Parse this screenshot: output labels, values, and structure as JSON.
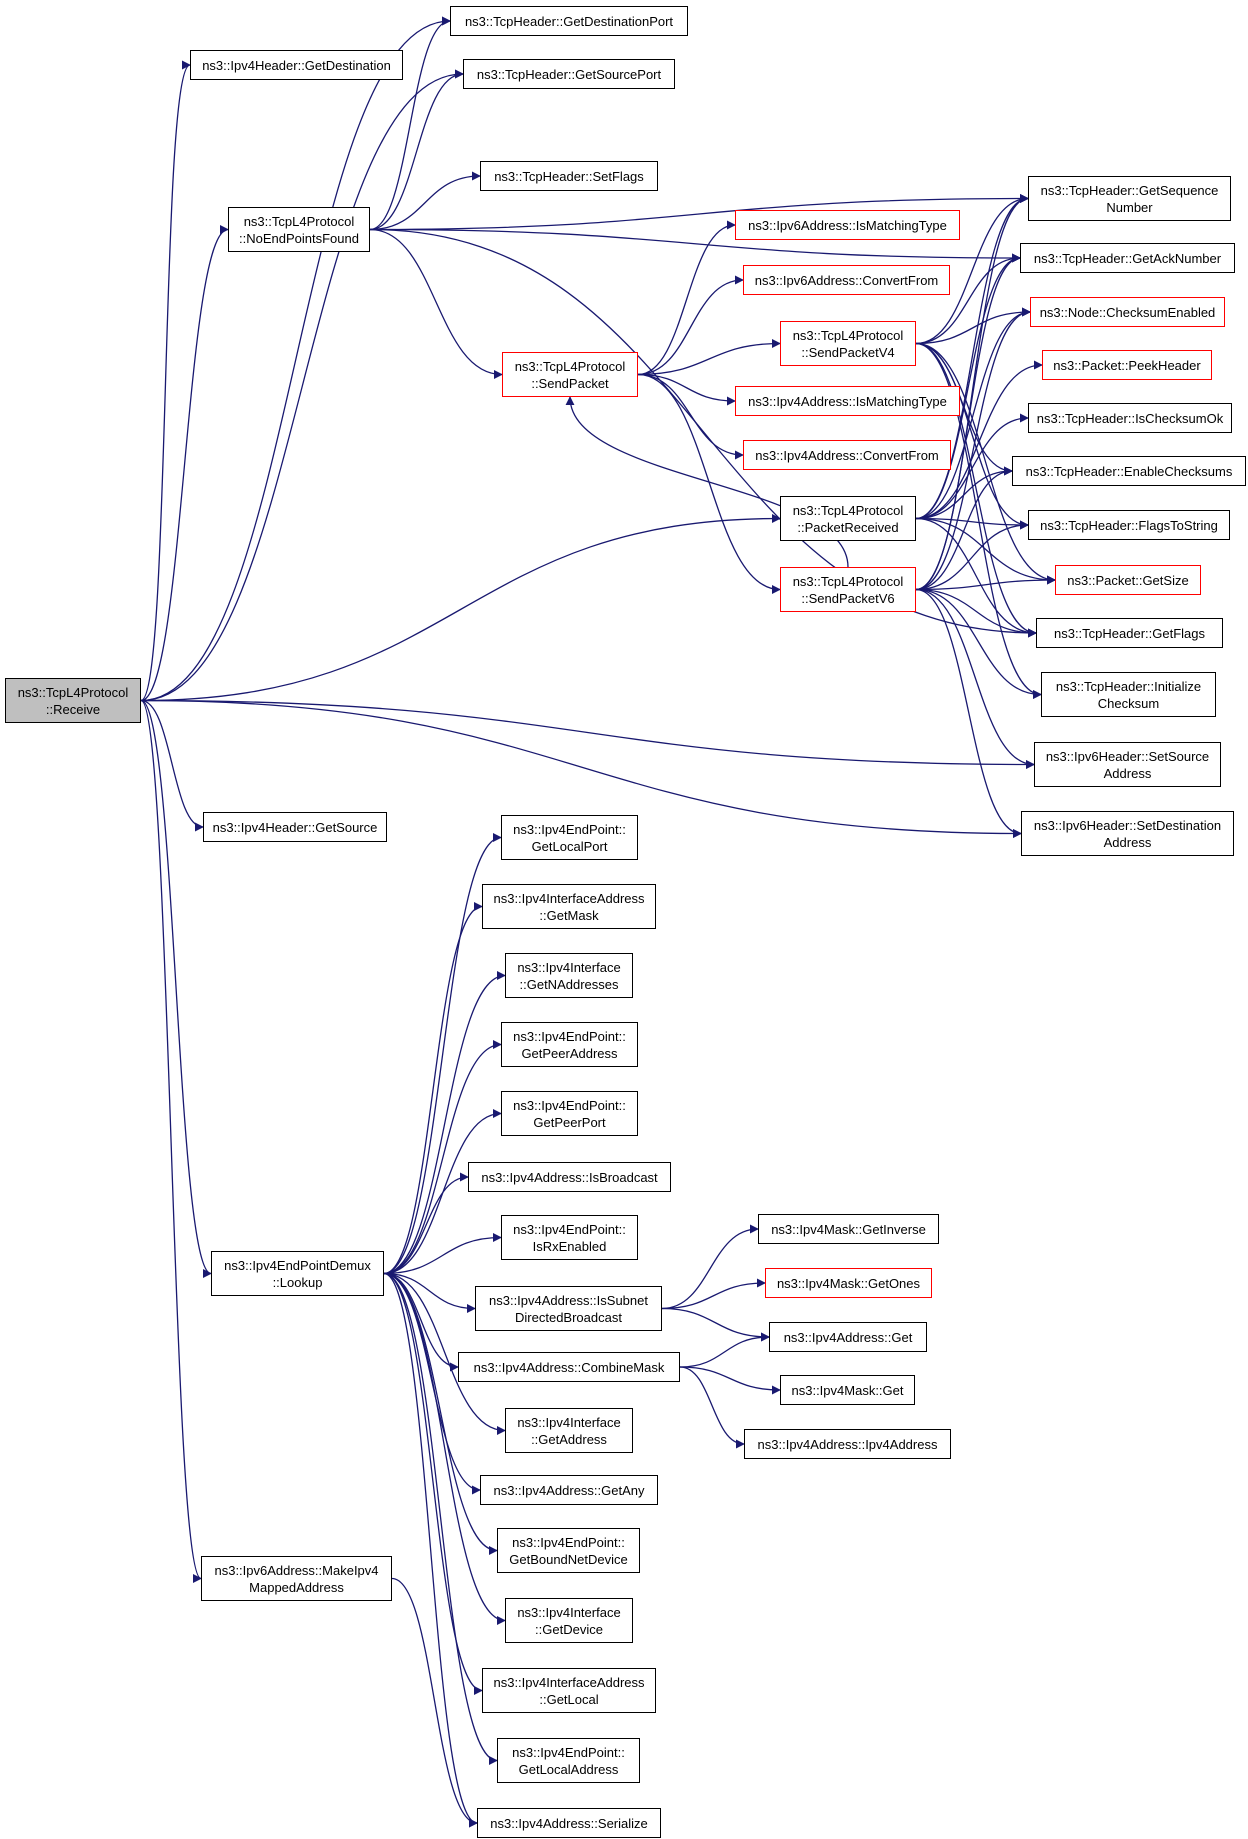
{
  "diagram": {
    "colors": {
      "edge": "#191970",
      "box_border": "#000000",
      "incomplete_border": "#ff0000",
      "root_fill": "#bfbfbf"
    },
    "nodes": [
      {
        "id": "receive",
        "lines": [
          "ns3::TcpL4Protocol",
          "::Receive"
        ],
        "root": true
      },
      {
        "id": "ipv4h_getdest",
        "lines": [
          "ns3::Ipv4Header::GetDestination"
        ]
      },
      {
        "id": "tcph_getdestport",
        "lines": [
          "ns3::TcpHeader::GetDestinationPort"
        ]
      },
      {
        "id": "tcph_getsrcport",
        "lines": [
          "ns3::TcpHeader::GetSourcePort"
        ]
      },
      {
        "id": "tcph_setflags",
        "lines": [
          "ns3::TcpHeader::SetFlags"
        ]
      },
      {
        "id": "noendpoints",
        "lines": [
          "ns3::TcpL4Protocol",
          "::NoEndPointsFound"
        ]
      },
      {
        "id": "ipv6_ismatching",
        "lines": [
          "ns3::Ipv6Address::IsMatchingType"
        ],
        "red": true
      },
      {
        "id": "ipv6_convertfrom",
        "lines": [
          "ns3::Ipv6Address::ConvertFrom"
        ],
        "red": true
      },
      {
        "id": "sendpacketv4",
        "lines": [
          "ns3::TcpL4Protocol",
          "::SendPacketV4"
        ],
        "red": true
      },
      {
        "id": "sendpacket",
        "lines": [
          "ns3::TcpL4Protocol",
          "::SendPacket"
        ],
        "red": true
      },
      {
        "id": "ipv4_ismatching",
        "lines": [
          "ns3::Ipv4Address::IsMatchingType"
        ],
        "red": true
      },
      {
        "id": "ipv4_convertfrom",
        "lines": [
          "ns3::Ipv4Address::ConvertFrom"
        ],
        "red": true
      },
      {
        "id": "packetreceived",
        "lines": [
          "ns3::TcpL4Protocol",
          "::PacketReceived"
        ]
      },
      {
        "id": "sendpacketv6",
        "lines": [
          "ns3::TcpL4Protocol",
          "::SendPacketV6"
        ],
        "red": true
      },
      {
        "id": "tcph_getseq",
        "lines": [
          "ns3::TcpHeader::GetSequence",
          "Number"
        ]
      },
      {
        "id": "tcph_getack",
        "lines": [
          "ns3::TcpHeader::GetAckNumber"
        ]
      },
      {
        "id": "node_checksum",
        "lines": [
          "ns3::Node::ChecksumEnabled"
        ],
        "red": true
      },
      {
        "id": "packet_peek",
        "lines": [
          "ns3::Packet::PeekHeader"
        ],
        "red": true
      },
      {
        "id": "tcph_ischecksumok",
        "lines": [
          "ns3::TcpHeader::IsChecksumOk"
        ]
      },
      {
        "id": "tcph_enablechecksums",
        "lines": [
          "ns3::TcpHeader::EnableChecksums"
        ]
      },
      {
        "id": "tcph_flagstostring",
        "lines": [
          "ns3::TcpHeader::FlagsToString"
        ]
      },
      {
        "id": "packet_getsize",
        "lines": [
          "ns3::Packet::GetSize"
        ],
        "red": true
      },
      {
        "id": "tcph_getflags",
        "lines": [
          "ns3::TcpHeader::GetFlags"
        ]
      },
      {
        "id": "tcph_initchecksum",
        "lines": [
          "ns3::TcpHeader::Initialize",
          "Checksum"
        ]
      },
      {
        "id": "ipv6h_setsource",
        "lines": [
          "ns3::Ipv6Header::SetSource",
          "Address"
        ]
      },
      {
        "id": "ipv6h_setdest",
        "lines": [
          "ns3::Ipv6Header::SetDestination",
          "Address"
        ]
      },
      {
        "id": "ipv4h_getsource",
        "lines": [
          "ns3::Ipv4Header::GetSource"
        ]
      },
      {
        "id": "ep_getlocalport",
        "lines": [
          "ns3::Ipv4EndPoint::",
          "GetLocalPort"
        ]
      },
      {
        "id": "ifaddr_getmask",
        "lines": [
          "ns3::Ipv4InterfaceAddress",
          "::GetMask"
        ]
      },
      {
        "id": "if_getnaddresses",
        "lines": [
          "ns3::Ipv4Interface",
          "::GetNAddresses"
        ]
      },
      {
        "id": "ep_getpeeraddress",
        "lines": [
          "ns3::Ipv4EndPoint::",
          "GetPeerAddress"
        ]
      },
      {
        "id": "ep_getpeerport",
        "lines": [
          "ns3::Ipv4EndPoint::",
          "GetPeerPort"
        ]
      },
      {
        "id": "addr_isbroadcast",
        "lines": [
          "ns3::Ipv4Address::IsBroadcast"
        ]
      },
      {
        "id": "ep_isrxenabled",
        "lines": [
          "ns3::Ipv4EndPoint::",
          "IsRxEnabled"
        ]
      },
      {
        "id": "demux_lookup",
        "lines": [
          "ns3::Ipv4EndPointDemux",
          "::Lookup"
        ]
      },
      {
        "id": "addr_issubnet",
        "lines": [
          "ns3::Ipv4Address::IsSubnet",
          "DirectedBroadcast"
        ]
      },
      {
        "id": "mask_getinverse",
        "lines": [
          "ns3::Ipv4Mask::GetInverse"
        ]
      },
      {
        "id": "mask_getones",
        "lines": [
          "ns3::Ipv4Mask::GetOnes"
        ],
        "red": true
      },
      {
        "id": "addr_get",
        "lines": [
          "ns3::Ipv4Address::Get"
        ]
      },
      {
        "id": "addr_combinemask",
        "lines": [
          "ns3::Ipv4Address::CombineMask"
        ]
      },
      {
        "id": "mask_get",
        "lines": [
          "ns3::Ipv4Mask::Get"
        ]
      },
      {
        "id": "addr_ctor",
        "lines": [
          "ns3::Ipv4Address::Ipv4Address"
        ]
      },
      {
        "id": "if_getaddress",
        "lines": [
          "ns3::Ipv4Interface",
          "::GetAddress"
        ]
      },
      {
        "id": "addr_getany",
        "lines": [
          "ns3::Ipv4Address::GetAny"
        ]
      },
      {
        "id": "ep_getbounddev",
        "lines": [
          "ns3::Ipv4EndPoint::",
          "GetBoundNetDevice"
        ]
      },
      {
        "id": "if_getdevice",
        "lines": [
          "ns3::Ipv4Interface",
          "::GetDevice"
        ]
      },
      {
        "id": "ifaddr_getlocal",
        "lines": [
          "ns3::Ipv4InterfaceAddress",
          "::GetLocal"
        ]
      },
      {
        "id": "ep_getlocaladdress",
        "lines": [
          "ns3::Ipv4EndPoint::",
          "GetLocalAddress"
        ]
      },
      {
        "id": "addr_serialize",
        "lines": [
          "ns3::Ipv4Address::Serialize"
        ]
      },
      {
        "id": "ipv6_makemapped",
        "lines": [
          "ns3::Ipv6Address::MakeIpv4",
          "MappedAddress"
        ]
      }
    ],
    "edges": [
      [
        "receive",
        "ipv4h_getdest"
      ],
      [
        "receive",
        "tcph_getdestport"
      ],
      [
        "receive",
        "tcph_getsrcport"
      ],
      [
        "receive",
        "noendpoints"
      ],
      [
        "receive",
        "packetreceived"
      ],
      [
        "receive",
        "ipv6h_setsource"
      ],
      [
        "receive",
        "ipv6h_setdest"
      ],
      [
        "receive",
        "ipv4h_getsource"
      ],
      [
        "receive",
        "demux_lookup"
      ],
      [
        "receive",
        "ipv6_makemapped"
      ],
      [
        "noendpoints",
        "tcph_getdestport"
      ],
      [
        "noendpoints",
        "tcph_getsrcport"
      ],
      [
        "noendpoints",
        "tcph_setflags"
      ],
      [
        "noendpoints",
        "tcph_getseq"
      ],
      [
        "noendpoints",
        "tcph_getack"
      ],
      [
        "noendpoints",
        "sendpacket"
      ],
      [
        "noendpoints",
        "tcph_getflags"
      ],
      [
        "sendpacket",
        "ipv6_ismatching"
      ],
      [
        "sendpacket",
        "ipv6_convertfrom"
      ],
      [
        "sendpacket",
        "sendpacketv4"
      ],
      [
        "sendpacket",
        "ipv4_ismatching"
      ],
      [
        "sendpacket",
        "ipv4_convertfrom"
      ],
      [
        "sendpacket",
        "sendpacketv6"
      ],
      [
        "sendpacketv6",
        "sendpacket"
      ],
      [
        "sendpacketv4",
        "tcph_getseq"
      ],
      [
        "sendpacketv4",
        "tcph_getack"
      ],
      [
        "sendpacketv4",
        "node_checksum"
      ],
      [
        "sendpacketv4",
        "tcph_enablechecksums"
      ],
      [
        "sendpacketv4",
        "tcph_flagstostring"
      ],
      [
        "sendpacketv4",
        "packet_getsize"
      ],
      [
        "sendpacketv4",
        "tcph_getflags"
      ],
      [
        "sendpacketv4",
        "tcph_initchecksum"
      ],
      [
        "packetreceived",
        "tcph_getseq"
      ],
      [
        "packetreceived",
        "tcph_getack"
      ],
      [
        "packetreceived",
        "node_checksum"
      ],
      [
        "packetreceived",
        "packet_peek"
      ],
      [
        "packetreceived",
        "tcph_ischecksumok"
      ],
      [
        "packetreceived",
        "tcph_enablechecksums"
      ],
      [
        "packetreceived",
        "tcph_flagstostring"
      ],
      [
        "packetreceived",
        "packet_getsize"
      ],
      [
        "packetreceived",
        "tcph_getflags"
      ],
      [
        "sendpacketv6",
        "tcph_getseq"
      ],
      [
        "sendpacketv6",
        "tcph_getack"
      ],
      [
        "sendpacketv6",
        "node_checksum"
      ],
      [
        "sendpacketv6",
        "tcph_enablechecksums"
      ],
      [
        "sendpacketv6",
        "tcph_flagstostring"
      ],
      [
        "sendpacketv6",
        "packet_getsize"
      ],
      [
        "sendpacketv6",
        "tcph_getflags"
      ],
      [
        "sendpacketv6",
        "tcph_initchecksum"
      ],
      [
        "sendpacketv6",
        "ipv6h_setsource"
      ],
      [
        "sendpacketv6",
        "ipv6h_setdest"
      ],
      [
        "demux_lookup",
        "ep_getlocalport"
      ],
      [
        "demux_lookup",
        "ifaddr_getmask"
      ],
      [
        "demux_lookup",
        "if_getnaddresses"
      ],
      [
        "demux_lookup",
        "ep_getpeeraddress"
      ],
      [
        "demux_lookup",
        "ep_getpeerport"
      ],
      [
        "demux_lookup",
        "addr_isbroadcast"
      ],
      [
        "demux_lookup",
        "ep_isrxenabled"
      ],
      [
        "demux_lookup",
        "addr_issubnet"
      ],
      [
        "demux_lookup",
        "addr_combinemask"
      ],
      [
        "demux_lookup",
        "if_getaddress"
      ],
      [
        "demux_lookup",
        "addr_getany"
      ],
      [
        "demux_lookup",
        "ep_getbounddev"
      ],
      [
        "demux_lookup",
        "if_getdevice"
      ],
      [
        "demux_lookup",
        "ifaddr_getlocal"
      ],
      [
        "demux_lookup",
        "ep_getlocaladdress"
      ],
      [
        "demux_lookup",
        "addr_serialize"
      ],
      [
        "addr_issubnet",
        "mask_getinverse"
      ],
      [
        "addr_issubnet",
        "mask_getones"
      ],
      [
        "addr_issubnet",
        "addr_get"
      ],
      [
        "addr_combinemask",
        "addr_get"
      ],
      [
        "addr_combinemask",
        "mask_get"
      ],
      [
        "addr_combinemask",
        "addr_ctor"
      ],
      [
        "ipv6_makemapped",
        "addr_serialize"
      ]
    ]
  }
}
